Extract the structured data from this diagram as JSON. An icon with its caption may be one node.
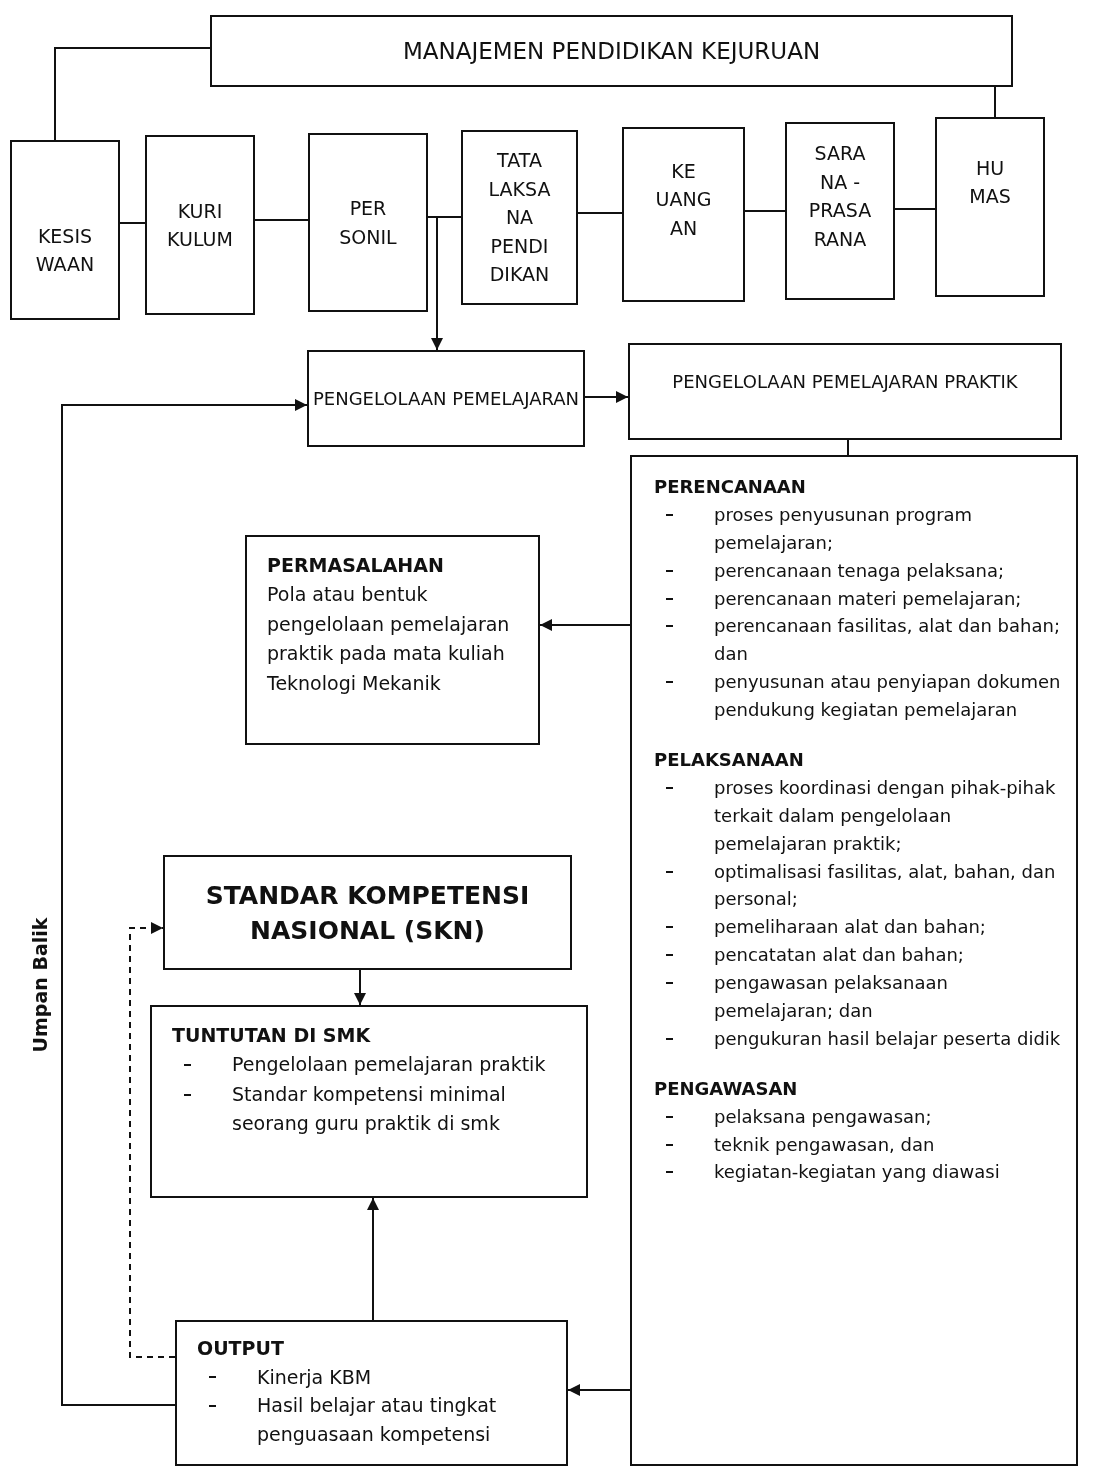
{
  "diagram": {
    "nodes": [
      {
        "text": [
          "MANAJEMEN PENDIDIKAN KEJURUAN"
        ]
      },
      {
        "text": [
          "KESIS WAAN"
        ]
      },
      {
        "text": [
          "KURI KULUM"
        ]
      },
      {
        "text": [
          "PER SONIL"
        ]
      },
      {
        "text": [
          "TATA LAKSA NA PENDI DIKAN"
        ]
      },
      {
        "text": [
          "KE UANG AN"
        ]
      },
      {
        "text": [
          "SARA NA - PRASA RANA"
        ]
      },
      {
        "text": [
          "HU MAS"
        ]
      },
      {
        "text": [
          "PENGELOLAAN PEMELAJARAN"
        ]
      },
      {
        "text": [
          "PENGELOLAAN PEMELAJARAN PRAKTIK"
        ]
      },
      {
        "text": [
          "PERENCANAAN",
          "proses penyusunan program pemelajaran;",
          "perencanaan tenaga pelaksana;",
          "perencanaan materi pemelajaran;",
          "perencanaan fasilitas, alat dan bahan; dan",
          "penyusunan atau penyiapan dokumen pendukung kegiatan pemelajaran",
          "PELAKSANAAN",
          "proses koordinasi dengan pihak-pihak terkait dalam pengelolaan pemelajaran praktik;",
          "optimalisasi fasilitas, alat, bahan, dan personal;",
          "pemeliharaan alat dan bahan;",
          "pencatatan alat dan bahan;",
          "pengawasan pelaksanaan pemelajaran; dan",
          "pengukuran hasil belajar peserta didik",
          "PENGAWASAN",
          "pelaksana pengawasan;",
          "teknik pengawasan, dan",
          "kegiatan-kegiatan yang diawasi"
        ]
      },
      {
        "text": [
          "PERMASALAHAN",
          "Pola atau bentuk pengelolaan pemelajaran praktik pada mata kuliah Teknologi Mekanik"
        ]
      },
      {
        "text": [
          "STANDAR KOMPETENSI NASIONAL (SKN)"
        ]
      },
      {
        "text": [
          "TUNTUTAN DI SMK",
          "Pengelolaan pemelajaran praktik",
          "Standar kompetensi minimal seorang guru praktik di smk"
        ]
      },
      {
        "text": [
          "OUTPUT",
          "Kinerja KBM",
          "Hasil belajar atau tingkat penguasaan kompetensi"
        ]
      }
    ],
    "edges": [
      {
        "from": 0,
        "to": 1,
        "arrow": "none"
      },
      {
        "from": 0,
        "to": 7,
        "arrow": "none"
      },
      {
        "from": 1,
        "to": 2,
        "arrow": "none"
      },
      {
        "from": 2,
        "to": 3,
        "arrow": "none"
      },
      {
        "from": 3,
        "to": 4,
        "arrow": "none"
      },
      {
        "from": 4,
        "to": 5,
        "arrow": "none"
      },
      {
        "from": 5,
        "to": 6,
        "arrow": "none"
      },
      {
        "from": 6,
        "to": 7,
        "arrow": "none"
      },
      {
        "from": 3,
        "to": 8,
        "arrow": "to"
      },
      {
        "from": 8,
        "to": 9,
        "arrow": "to"
      },
      {
        "from": 9,
        "to": 10,
        "arrow": "none"
      },
      {
        "from": 10,
        "to": 11,
        "arrow": "to"
      },
      {
        "from": 10,
        "to": 14,
        "arrow": "to"
      },
      {
        "from": 14,
        "to": 13,
        "arrow": "to"
      },
      {
        "from": 12,
        "to": 13,
        "arrow": "to"
      },
      {
        "from": 14,
        "to": 12,
        "arrow": "to",
        "style": "dashed"
      },
      {
        "from": 14,
        "to": 8,
        "arrow": "to",
        "label": "Umpan Balik"
      }
    ]
  }
}
